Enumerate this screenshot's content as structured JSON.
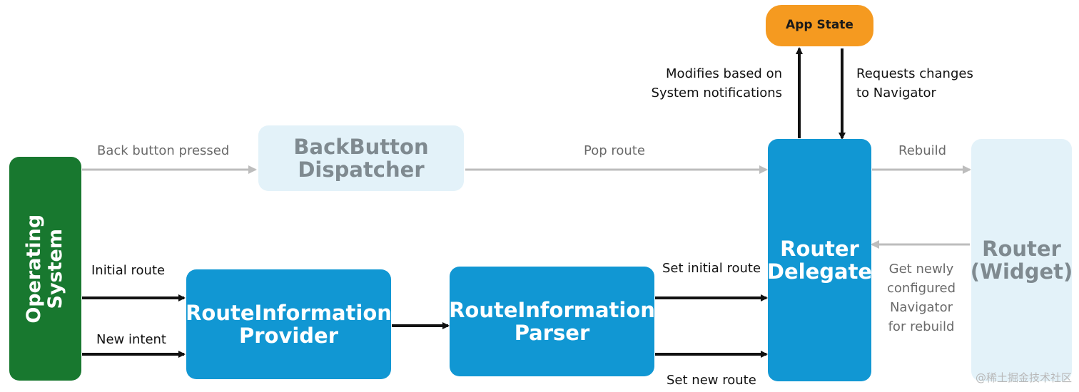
{
  "nodes": {
    "operating_system": "Operating\nSystem",
    "backbutton_dispatcher": "BackButton\nDispatcher",
    "route_information_provider": "RouteInformation\nProvider",
    "route_information_parser": "RouteInformation\nParser",
    "router_delegate": "Router\nDelegate",
    "router_widget": "Router\n(Widget)",
    "app_state": "App State"
  },
  "edges": {
    "back_button_pressed": "Back button pressed",
    "pop_route": "Pop route",
    "rebuild": "Rebuild",
    "initial_route": "Initial route",
    "new_intent": "New intent",
    "set_initial_route": "Set initial route",
    "set_new_route": "Set new route",
    "modifies": "Modifies based on\nSystem notifications",
    "requests": "Requests changes\nto Navigator",
    "get_configured": "Get newly\nconfigured\nNavigator\nfor rebuild"
  },
  "watermark": "@稀土掘金技术社区",
  "colors": {
    "blue": "#1197d3",
    "faded": "#e3f2f9",
    "green": "#18782f",
    "orange": "#f59a20",
    "grey_arrow": "#bdbdbd",
    "black_arrow": "#111111"
  }
}
